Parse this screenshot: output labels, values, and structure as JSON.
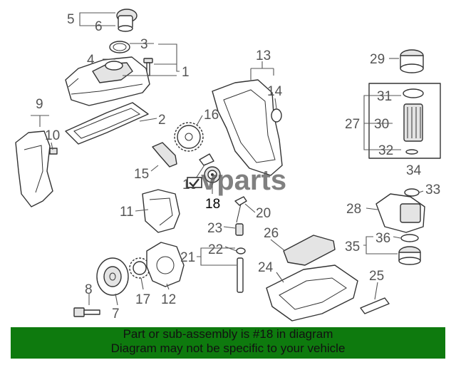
{
  "diagram": {
    "callouts": [
      "1",
      "2",
      "3",
      "4",
      "5",
      "6",
      "7",
      "8",
      "9",
      "10",
      "11",
      "12",
      "13",
      "14",
      "15",
      "16",
      "17",
      "18",
      "19",
      "20",
      "21",
      "22",
      "23",
      "24",
      "25",
      "26",
      "27",
      "28",
      "29",
      "30",
      "31",
      "32",
      "33",
      "34",
      "35",
      "36"
    ],
    "highlighted_part": "18",
    "watermark": "vparts"
  },
  "footer": {
    "line1": "Part or sub-assembly is #18 in diagram",
    "line2": "Diagram may not be specific to your vehicle",
    "background": "#0e7a0e"
  }
}
